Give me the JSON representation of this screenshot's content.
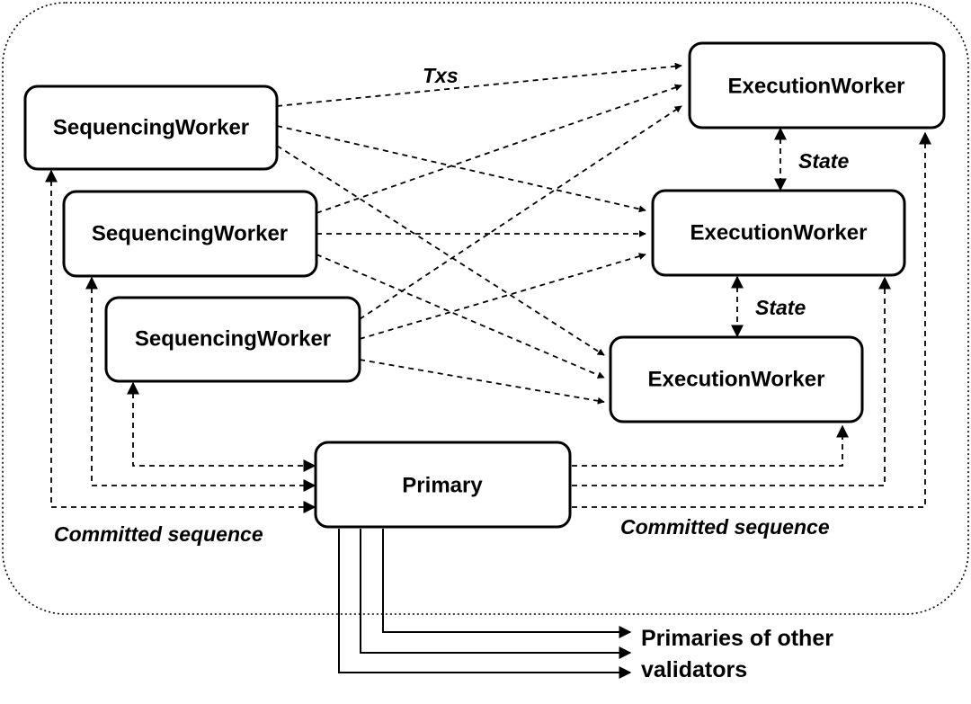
{
  "nodes": {
    "sequencing_worker_1": "SequencingWorker",
    "sequencing_worker_2": "SequencingWorker",
    "sequencing_worker_3": "SequencingWorker",
    "execution_worker_1": "ExecutionWorker",
    "execution_worker_2": "ExecutionWorker",
    "execution_worker_3": "ExecutionWorker",
    "primary": "Primary"
  },
  "labels": {
    "txs": "Txs",
    "state_1": "State",
    "state_2": "State",
    "committed_sequence_left": "Committed sequence",
    "committed_sequence_right": "Committed sequence"
  },
  "external": {
    "line1": "Primaries of other",
    "line2": "validators"
  }
}
